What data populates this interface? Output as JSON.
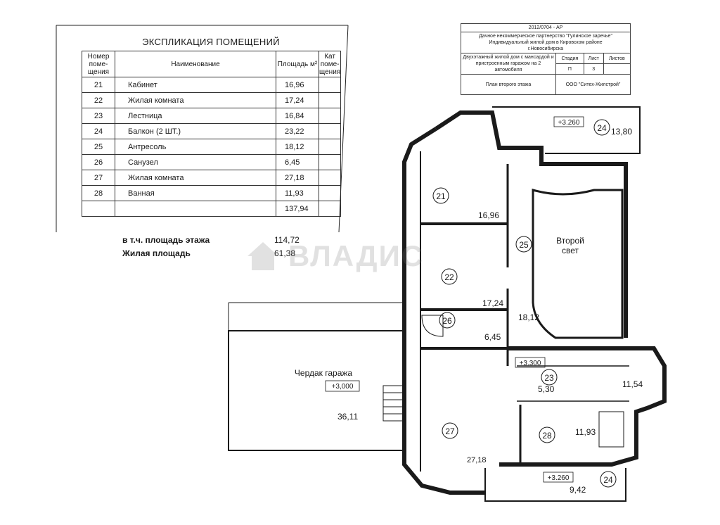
{
  "explication": {
    "title": "ЭКСПЛИКАЦИЯ ПОМЕЩЕНИЙ",
    "headers": {
      "number": "Номер поме-щения",
      "name": "Наименование",
      "area": "Площадь м²",
      "cat": "Кат поме-щения"
    },
    "rows": [
      {
        "num": "21",
        "name": "Кабинет",
        "area": "16,96"
      },
      {
        "num": "22",
        "name": "Жилая комната",
        "area": "17,24"
      },
      {
        "num": "23",
        "name": "Лестница",
        "area": "16,84"
      },
      {
        "num": "24",
        "name": "Балкон (2 ШТ.)",
        "area": "23,22"
      },
      {
        "num": "25",
        "name": "Антресоль",
        "area": "18,12"
      },
      {
        "num": "26",
        "name": "Санузел",
        "area": "6,45"
      },
      {
        "num": "27",
        "name": "Жилая комната",
        "area": "27,18"
      },
      {
        "num": "28",
        "name": "Ванная",
        "area": "11,93"
      }
    ],
    "total_value": "137,94",
    "floor_area_label": "в т.ч. площадь этажа",
    "floor_area_value": "114,72",
    "living_area_label": "Жилая площадь",
    "living_area_value": "61,38"
  },
  "stamp": {
    "code": "2012/0704 - АР",
    "org_line1": "Дачное некоммерческое партнерство \"Гулинское заречье\"",
    "org_line2": "Индивидуальный жилой дом в Кировском районе",
    "org_line3": "г.Новосибирска",
    "desc": "Двухэтажный жилой дом с мансардой и пристроенным гаражом на 2 автомобиля",
    "col_stage": "Стадия",
    "col_sheet": "Лист",
    "col_sheets": "Листов",
    "stage": "П",
    "sheet": "3",
    "plan_title": "План второго этажа",
    "company": "ООО \"Ситех-Жилстрой\""
  },
  "plan": {
    "rooms": {
      "r21": {
        "num": "21",
        "area": "16,96"
      },
      "r22": {
        "num": "22",
        "area": "17,24"
      },
      "r23": {
        "num": "23",
        "area": "5,30"
      },
      "r24a": {
        "num": "24",
        "area": "13,80",
        "level": "+3.260"
      },
      "r24b": {
        "num": "24",
        "area": "9,42",
        "level": "+3.260"
      },
      "r25": {
        "num": "25",
        "area": "18,12"
      },
      "r26": {
        "num": "26",
        "area": "6,45"
      },
      "r27": {
        "num": "27",
        "area": "27,18"
      },
      "r28": {
        "num": "28",
        "area": "11,93"
      }
    },
    "second_light_1": "Второй",
    "second_light_2": "свет",
    "level_hall": "+3.300",
    "stair_area": "11,54",
    "garage_title": "Чердак гаража",
    "garage_level": "+3,000",
    "garage_area": "36,11"
  },
  "watermark": "ВЛАДИС"
}
